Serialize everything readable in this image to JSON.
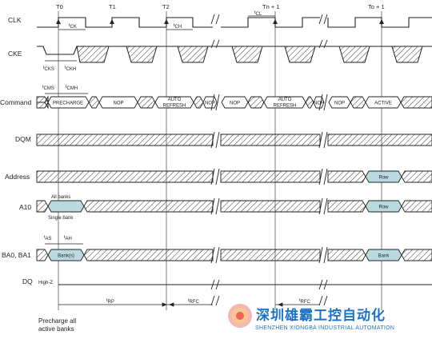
{
  "clock_labels": [
    "T0",
    "T1",
    "T2",
    "Tn + 1",
    "To + 1"
  ],
  "signals": {
    "clk": "CLK",
    "cke": "CKE",
    "command": "Command",
    "dqm": "DQM",
    "address": "Address",
    "a10": "A10",
    "ba": "BA0, BA1",
    "dq": "DQ"
  },
  "command_labels": {
    "precharge": "PRECHARGE",
    "nop": "NOP",
    "auto_refresh_1": "AUTO",
    "auto_refresh_2": "REFRESH",
    "active": "ACTIVE"
  },
  "address_label": "Row",
  "a10_label": "Row",
  "ba_bank_label": "Bank(s)",
  "ba_active_label": "Bank",
  "a10_notes": {
    "all": "All banks",
    "single": "Single bank"
  },
  "dq_state": "High-Z",
  "timing": {
    "tck": {
      "t": "t",
      "s": "CK"
    },
    "tch": {
      "t": "t",
      "s": "CH"
    },
    "tcl": {
      "t": "t",
      "s": "CL"
    },
    "tcks": {
      "t": "t",
      "s": "CKS"
    },
    "tckh": {
      "t": "t",
      "s": "CKH"
    },
    "tcms": {
      "t": "t",
      "s": "CMS"
    },
    "tcmh": {
      "t": "t",
      "s": "CMH"
    },
    "tas": {
      "t": "t",
      "s": "AS"
    },
    "tah": {
      "t": "t",
      "s": "AH"
    },
    "trp": {
      "t": "t",
      "s": "RP"
    },
    "trfc1": {
      "t": "t",
      "s": "RFC"
    },
    "trfc2": {
      "t": "t",
      "s": "RFC"
    }
  },
  "footnote_lines": [
    "Precharge all",
    "active banks"
  ],
  "watermark": {
    "cn": "深圳雄霸工控自动化",
    "en": "SHENZHEN XIONGBA INDUSTRIAL AUTOMATION"
  },
  "colors": {
    "fill": "#b9dbe0",
    "line": "#222222",
    "watermark": "#1a73c6"
  }
}
